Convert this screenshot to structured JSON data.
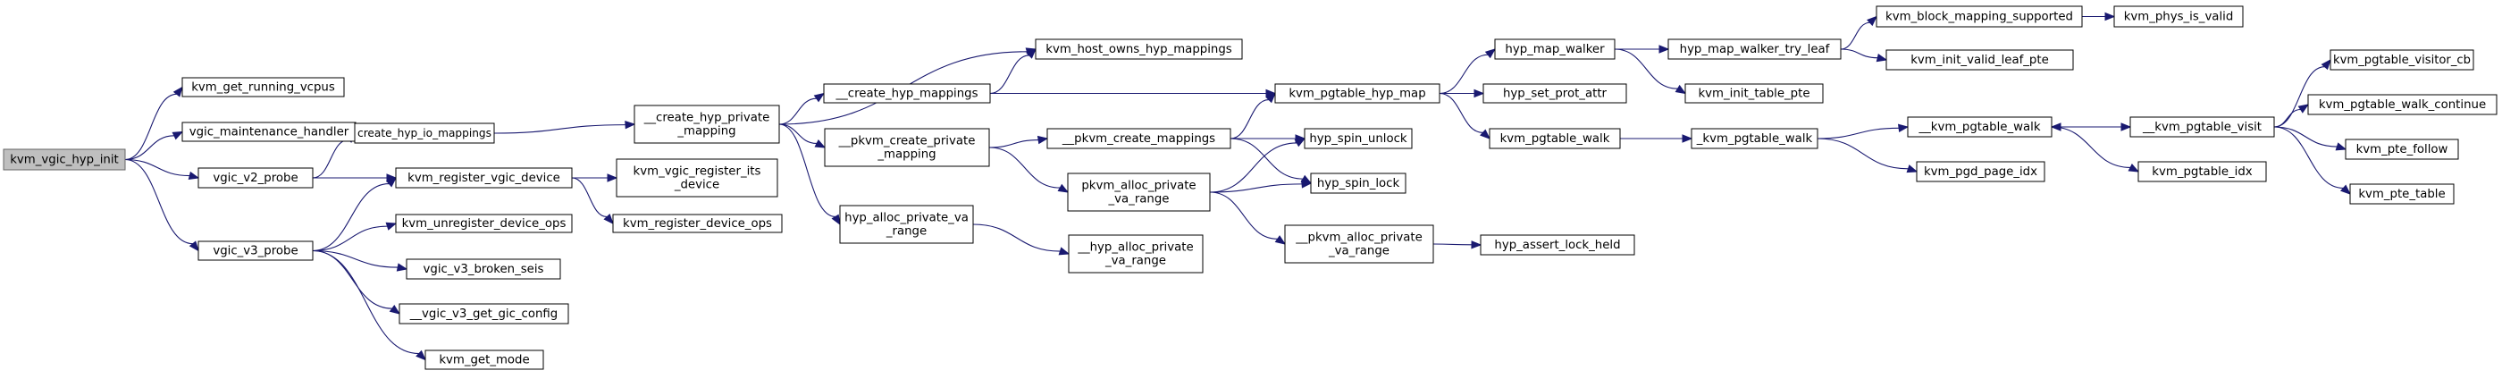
{
  "diagram": {
    "type": "call-graph",
    "colors": {
      "edge": "#191970",
      "node_border": "#000000",
      "root_fill": "#bfbfbf",
      "root_border": "#666666",
      "node_fill": "#ffffff"
    },
    "nodes": [
      {
        "id": "n0",
        "lines": [
          "kvm_vgic_hyp_init"
        ],
        "root": true
      },
      {
        "id": "n1",
        "lines": [
          "kvm_get_running_vcpus"
        ]
      },
      {
        "id": "n2",
        "lines": [
          "vgic_maintenance_handler"
        ]
      },
      {
        "id": "n3",
        "lines": [
          "vgic_v2_probe"
        ]
      },
      {
        "id": "n4",
        "lines": [
          "vgic_v3_probe"
        ]
      },
      {
        "id": "n5",
        "lines": [
          "create_hyp_io_mappings"
        ]
      },
      {
        "id": "n6",
        "lines": [
          "kvm_register_vgic_device"
        ]
      },
      {
        "id": "n7",
        "lines": [
          "kvm_unregister_device_ops"
        ]
      },
      {
        "id": "n8",
        "lines": [
          "vgic_v3_broken_seis"
        ]
      },
      {
        "id": "n9",
        "lines": [
          "__vgic_v3_get_gic_config"
        ]
      },
      {
        "id": "n10",
        "lines": [
          "kvm_get_mode"
        ]
      },
      {
        "id": "n11",
        "lines": [
          "__create_hyp_private",
          "_mapping"
        ]
      },
      {
        "id": "n12",
        "lines": [
          "kvm_vgic_register_its",
          "_device"
        ]
      },
      {
        "id": "n13",
        "lines": [
          "kvm_register_device_ops"
        ]
      },
      {
        "id": "n14",
        "lines": [
          "kvm_host_owns_hyp_mappings"
        ]
      },
      {
        "id": "n15",
        "lines": [
          "__create_hyp_mappings"
        ]
      },
      {
        "id": "n16",
        "lines": [
          "__pkvm_create_private",
          "_mapping"
        ]
      },
      {
        "id": "n17",
        "lines": [
          "hyp_alloc_private_va",
          "_range"
        ]
      },
      {
        "id": "n18",
        "lines": [
          "kvm_pgtable_hyp_map"
        ]
      },
      {
        "id": "n19",
        "lines": [
          "__pkvm_create_mappings"
        ]
      },
      {
        "id": "n20",
        "lines": [
          "pkvm_alloc_private",
          "_va_range"
        ]
      },
      {
        "id": "n21",
        "lines": [
          "__hyp_alloc_private",
          "_va_range"
        ]
      },
      {
        "id": "n22",
        "lines": [
          "hyp_spin_unlock"
        ]
      },
      {
        "id": "n23",
        "lines": [
          "hyp_spin_lock"
        ]
      },
      {
        "id": "n24",
        "lines": [
          "__pkvm_alloc_private",
          "_va_range"
        ]
      },
      {
        "id": "n25",
        "lines": [
          "hyp_map_walker"
        ]
      },
      {
        "id": "n26",
        "lines": [
          "hyp_set_prot_attr"
        ]
      },
      {
        "id": "n27",
        "lines": [
          "kvm_pgtable_walk"
        ]
      },
      {
        "id": "n28",
        "lines": [
          "hyp_assert_lock_held"
        ]
      },
      {
        "id": "n29",
        "lines": [
          "hyp_map_walker_try_leaf"
        ]
      },
      {
        "id": "n30",
        "lines": [
          "kvm_init_table_pte"
        ]
      },
      {
        "id": "n31",
        "lines": [
          "_kvm_pgtable_walk"
        ]
      },
      {
        "id": "n32",
        "lines": [
          "kvm_block_mapping_supported"
        ]
      },
      {
        "id": "n33",
        "lines": [
          "kvm_init_valid_leaf_pte"
        ]
      },
      {
        "id": "n34",
        "lines": [
          "__kvm_pgtable_walk"
        ]
      },
      {
        "id": "n35",
        "lines": [
          "kvm_pgd_page_idx"
        ]
      },
      {
        "id": "n36",
        "lines": [
          "kvm_phys_is_valid"
        ]
      },
      {
        "id": "n37",
        "lines": [
          "__kvm_pgtable_visit"
        ]
      },
      {
        "id": "n38",
        "lines": [
          "kvm_pgtable_idx"
        ]
      },
      {
        "id": "n39",
        "lines": [
          "kvm_pgtable_visitor_cb"
        ]
      },
      {
        "id": "n40",
        "lines": [
          "kvm_pgtable_walk_continue"
        ]
      },
      {
        "id": "n41",
        "lines": [
          "kvm_pte_follow"
        ]
      },
      {
        "id": "n42",
        "lines": [
          "kvm_pte_table"
        ]
      }
    ],
    "edges": [
      [
        "n0",
        "n1"
      ],
      [
        "n0",
        "n2"
      ],
      [
        "n0",
        "n3"
      ],
      [
        "n0",
        "n4"
      ],
      [
        "n3",
        "n5"
      ],
      [
        "n3",
        "n6"
      ],
      [
        "n4",
        "n6"
      ],
      [
        "n4",
        "n7"
      ],
      [
        "n4",
        "n8"
      ],
      [
        "n4",
        "n9"
      ],
      [
        "n4",
        "n10"
      ],
      [
        "n5",
        "n11"
      ],
      [
        "n6",
        "n12"
      ],
      [
        "n6",
        "n13"
      ],
      [
        "n11",
        "n14"
      ],
      [
        "n11",
        "n15"
      ],
      [
        "n11",
        "n16"
      ],
      [
        "n11",
        "n17"
      ],
      [
        "n15",
        "n14"
      ],
      [
        "n15",
        "n18"
      ],
      [
        "n16",
        "n19"
      ],
      [
        "n16",
        "n20"
      ],
      [
        "n17",
        "n21"
      ],
      [
        "n19",
        "n18"
      ],
      [
        "n19",
        "n22"
      ],
      [
        "n19",
        "n23"
      ],
      [
        "n20",
        "n22"
      ],
      [
        "n20",
        "n23"
      ],
      [
        "n20",
        "n24"
      ],
      [
        "n24",
        "n28"
      ],
      [
        "n18",
        "n25"
      ],
      [
        "n18",
        "n26"
      ],
      [
        "n18",
        "n27"
      ],
      [
        "n25",
        "n29"
      ],
      [
        "n25",
        "n30"
      ],
      [
        "n29",
        "n32"
      ],
      [
        "n29",
        "n33"
      ],
      [
        "n32",
        "n36"
      ],
      [
        "n27",
        "n31"
      ],
      [
        "n31",
        "n34"
      ],
      [
        "n31",
        "n35"
      ],
      [
        "n34",
        "n37"
      ],
      [
        "n34",
        "n38"
      ],
      [
        "n37",
        "n34"
      ],
      [
        "n37",
        "n39"
      ],
      [
        "n37",
        "n40"
      ],
      [
        "n37",
        "n41"
      ],
      [
        "n37",
        "n42"
      ]
    ]
  }
}
